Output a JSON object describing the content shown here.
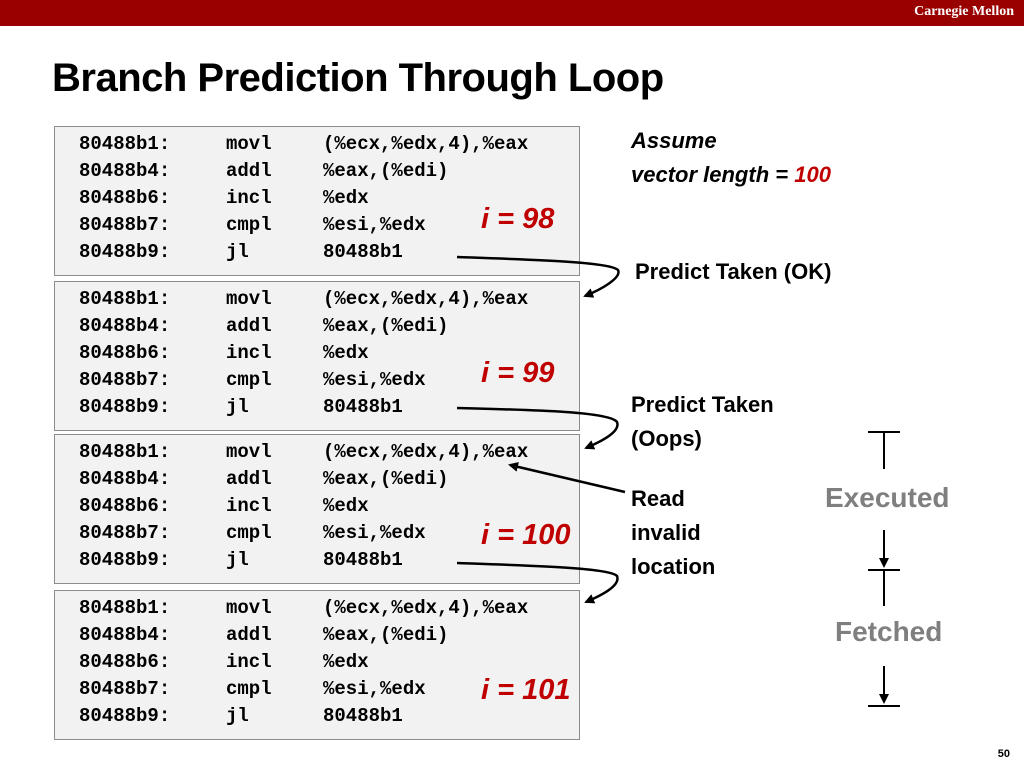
{
  "header": {
    "brand": "Carnegie Mellon",
    "bar_color": "#990000"
  },
  "slide": {
    "title": "Branch Prediction Through Loop",
    "page_number": "50"
  },
  "code_blocks": [
    {
      "iteration_label": "i = 98",
      "lines": [
        {
          "addr": "80488b1:",
          "op": "movl",
          "arg": "(%ecx,%edx,4),%eax"
        },
        {
          "addr": "80488b4:",
          "op": "addl",
          "arg": "%eax,(%edi)"
        },
        {
          "addr": "80488b6:",
          "op": "incl",
          "arg": "%edx"
        },
        {
          "addr": "80488b7:",
          "op": "cmpl",
          "arg": "%esi,%edx"
        },
        {
          "addr": "80488b9:",
          "op": "jl",
          "arg": "80488b1"
        }
      ]
    },
    {
      "iteration_label": "i = 99",
      "lines": [
        {
          "addr": "80488b1:",
          "op": "movl",
          "arg": "(%ecx,%edx,4),%eax"
        },
        {
          "addr": "80488b4:",
          "op": "addl",
          "arg": "%eax,(%edi)"
        },
        {
          "addr": "80488b6:",
          "op": "incl",
          "arg": "%edx"
        },
        {
          "addr": "80488b7:",
          "op": "cmpl",
          "arg": "%esi,%edx"
        },
        {
          "addr": "80488b9:",
          "op": "jl",
          "arg": "80488b1"
        }
      ]
    },
    {
      "iteration_label": "i = 100",
      "lines": [
        {
          "addr": "80488b1:",
          "op": "movl",
          "arg": "(%ecx,%edx,4),%eax"
        },
        {
          "addr": "80488b4:",
          "op": "addl",
          "arg": "%eax,(%edi)"
        },
        {
          "addr": "80488b6:",
          "op": "incl",
          "arg": "%edx"
        },
        {
          "addr": "80488b7:",
          "op": "cmpl",
          "arg": "%esi,%edx"
        },
        {
          "addr": "80488b9:",
          "op": "jl",
          "arg": "80488b1"
        }
      ]
    },
    {
      "iteration_label": "i = 101",
      "lines": [
        {
          "addr": "80488b1:",
          "op": "movl",
          "arg": "(%ecx,%edx,4),%eax"
        },
        {
          "addr": "80488b4:",
          "op": "addl",
          "arg": "%eax,(%edi)"
        },
        {
          "addr": "80488b6:",
          "op": "incl",
          "arg": "%edx"
        },
        {
          "addr": "80488b7:",
          "op": "cmpl",
          "arg": "%esi,%edx"
        },
        {
          "addr": "80488b9:",
          "op": "jl",
          "arg": "80488b1"
        }
      ]
    }
  ],
  "assumption": {
    "line1": "Assume",
    "line2_prefix": "vector length = ",
    "line2_value": "100"
  },
  "annotations": {
    "predict_ok": "Predict Taken (OK)",
    "predict_oops_line1": "Predict Taken",
    "predict_oops_line2": "(Oops)",
    "read_invalid_line1": "Read",
    "read_invalid_line2": "invalid",
    "read_invalid_line3": "location"
  },
  "pipeline": {
    "executed": "Executed",
    "fetched": "Fetched"
  },
  "colors": {
    "accent_red": "#c00000",
    "code_bg": "#f2f2f2",
    "code_border": "#8c8c8c",
    "phase_gray": "#7f7f7f"
  }
}
